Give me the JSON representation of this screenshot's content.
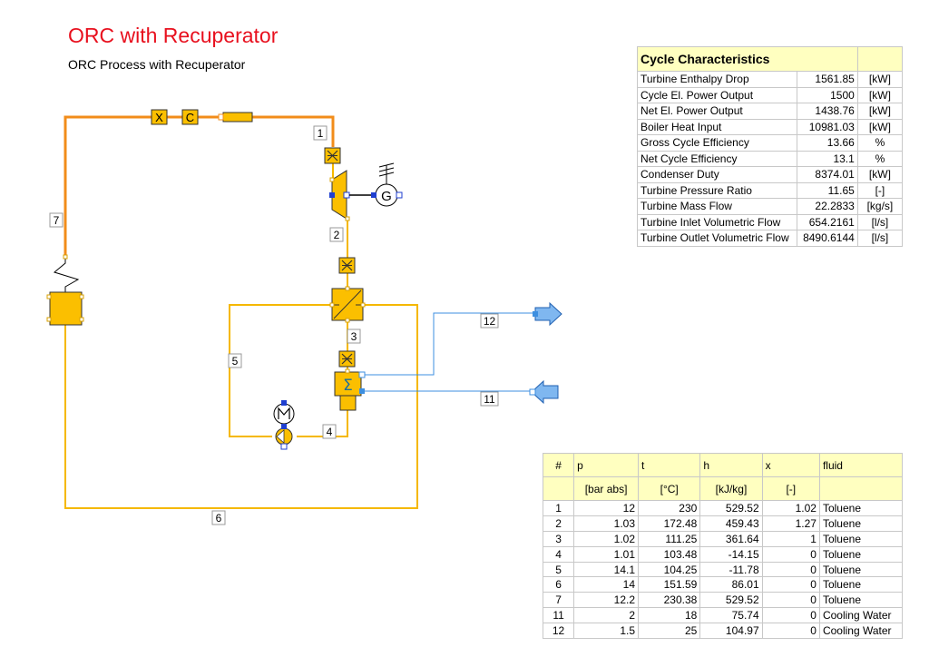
{
  "header": {
    "title": "ORC with Recuperator",
    "subtitle": "ORC Process with Recuperator"
  },
  "pipe_labels": [
    "1",
    "2",
    "3",
    "4",
    "5",
    "6",
    "7",
    "11",
    "12"
  ],
  "colors": {
    "loop_orange": "#f28c1a",
    "loop_yellow": "#f5b800",
    "component_fill": "#fbbf00",
    "cooling_water": "#3d8fe0",
    "arrow_fill": "#7fb7f0",
    "title_red": "#e8101e",
    "header_yellow": "#ffffc0"
  },
  "cycle": {
    "title": "Cycle Characteristics",
    "rows": [
      {
        "label": "Turbine Enthalpy Drop",
        "value": "1561.85",
        "unit": "[kW]"
      },
      {
        "label": "Cycle El. Power Output",
        "value": "1500",
        "unit": "[kW]"
      },
      {
        "label": "Net El. Power Output",
        "value": "1438.76",
        "unit": "[kW]"
      },
      {
        "label": "Boiler Heat Input",
        "value": "10981.03",
        "unit": "[kW]"
      },
      {
        "label": "Gross Cycle Efficiency",
        "value": "13.66",
        "unit": "%"
      },
      {
        "label": "Net Cycle Efficiency",
        "value": "13.1",
        "unit": "%"
      },
      {
        "label": "Condenser Duty",
        "value": "8374.01",
        "unit": "[kW]"
      },
      {
        "label": "Turbine Pressure Ratio",
        "value": "11.65",
        "unit": "[-]"
      },
      {
        "label": "Turbine Mass Flow",
        "value": "22.2833",
        "unit": "[kg/s]"
      },
      {
        "label": "Turbine Inlet Volumetric Flow",
        "value": "654.2161",
        "unit": "[l/s]"
      },
      {
        "label": "Turbine Outlet Volumetric Flow",
        "value": "8490.6144",
        "unit": "[l/s]"
      }
    ]
  },
  "states": {
    "headers": [
      "#",
      "p",
      "t",
      "h",
      "x",
      "fluid"
    ],
    "units": [
      "",
      "[bar abs]",
      "[°C]",
      "[kJ/kg]",
      "[-]",
      ""
    ],
    "rows": [
      {
        "n": "1",
        "p": "12",
        "t": "230",
        "h": "529.52",
        "x": "1.02",
        "fluid": "Toluene"
      },
      {
        "n": "2",
        "p": "1.03",
        "t": "172.48",
        "h": "459.43",
        "x": "1.27",
        "fluid": "Toluene"
      },
      {
        "n": "3",
        "p": "1.02",
        "t": "111.25",
        "h": "361.64",
        "x": "1",
        "fluid": "Toluene"
      },
      {
        "n": "4",
        "p": "1.01",
        "t": "103.48",
        "h": "-14.15",
        "x": "0",
        "fluid": "Toluene"
      },
      {
        "n": "5",
        "p": "14.1",
        "t": "104.25",
        "h": "-11.78",
        "x": "0",
        "fluid": "Toluene"
      },
      {
        "n": "6",
        "p": "14",
        "t": "151.59",
        "h": "86.01",
        "x": "0",
        "fluid": "Toluene"
      },
      {
        "n": "7",
        "p": "12.2",
        "t": "230.38",
        "h": "529.52",
        "x": "0",
        "fluid": "Toluene"
      },
      {
        "n": "11",
        "p": "2",
        "t": "18",
        "h": "75.74",
        "x": "0",
        "fluid": "Cooling Water"
      },
      {
        "n": "12",
        "p": "1.5",
        "t": "25",
        "h": "104.97",
        "x": "0",
        "fluid": "Cooling Water"
      }
    ]
  }
}
